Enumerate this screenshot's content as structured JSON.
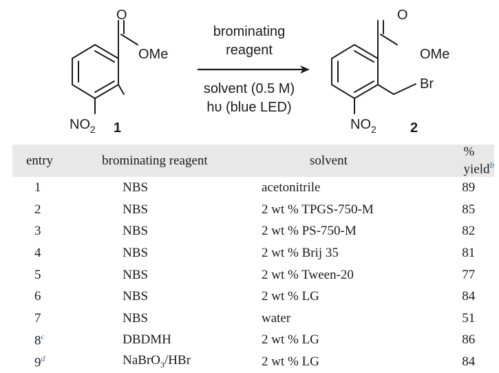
{
  "scheme": {
    "reagent_line1": "brominating",
    "reagent_line2": "reagent",
    "condition_line1": "solvent (0.5 M)",
    "condition_line2": "hυ (blue LED)",
    "compound1": {
      "number": "1",
      "ester": "OMe",
      "carbonyl_o": "O",
      "nitro": "NO",
      "nitro_sub": "2"
    },
    "compound2": {
      "number": "2",
      "ester": "OMe",
      "carbonyl_o": "O",
      "nitro": "NO",
      "nitro_sub": "2",
      "halogen": "Br"
    }
  },
  "table": {
    "headers": {
      "entry": "entry",
      "reagent": "brominating reagent",
      "solvent": "solvent",
      "yield": "% yield",
      "yield_note": "b"
    },
    "rows": [
      {
        "entry": "1",
        "note": "",
        "reagent": "NBS",
        "solvent": "acetonitrile",
        "yield": "89"
      },
      {
        "entry": "2",
        "note": "",
        "reagent": "NBS",
        "solvent": "2 wt % TPGS-750-M",
        "yield": "85"
      },
      {
        "entry": "3",
        "note": "",
        "reagent": "NBS",
        "solvent": "2 wt % PS-750-M",
        "yield": "82"
      },
      {
        "entry": "4",
        "note": "",
        "reagent": "NBS",
        "solvent": "2 wt % Brij 35",
        "yield": "81"
      },
      {
        "entry": "5",
        "note": "",
        "reagent": "NBS",
        "solvent": "2 wt % Tween-20",
        "yield": "77"
      },
      {
        "entry": "6",
        "note": "",
        "reagent": "NBS",
        "solvent": "2 wt % LG",
        "yield": "84"
      },
      {
        "entry": "7",
        "note": "",
        "reagent": "NBS",
        "solvent": "water",
        "yield": "51"
      },
      {
        "entry": "8",
        "note": "c",
        "reagent": "DBDMH",
        "solvent": "2 wt % LG",
        "yield": "86"
      },
      {
        "entry": "9",
        "note": "d",
        "reagent": "NaBrO",
        "reagent_sub": "3",
        "reagent_tail": "/HBr",
        "solvent": "2 wt % LG",
        "yield": "84"
      }
    ]
  },
  "colors": {
    "header_bg": "#e8e8e8",
    "footnote_blue": "#3b6fae",
    "ink": "#1a1a1a"
  }
}
